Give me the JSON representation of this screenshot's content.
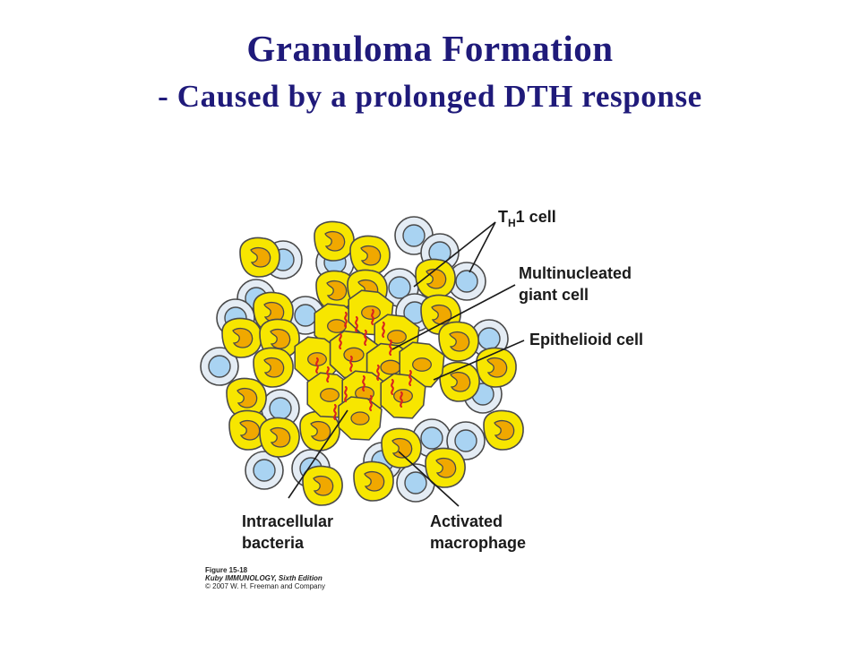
{
  "title": "Granuloma Formation",
  "subtitle": "- Caused by a prolonged DTH response",
  "labels": {
    "th1_prefix": "T",
    "th1_sub": "H",
    "th1_rest": "1 cell",
    "giant_cell_line1": "Multinucleated",
    "giant_cell_line2": "giant cell",
    "epithelioid": "Epithelioid cell",
    "bacteria_line1": "Intracellular",
    "bacteria_line2": "bacteria",
    "macrophage_line1": "Activated",
    "macrophage_line2": "macrophage"
  },
  "caption": {
    "figure": "Figure 15-18",
    "book": "Kuby IMMUNOLOGY, Sixth Edition",
    "copyright": "© 2007 W. H. Freeman and Company"
  },
  "colors": {
    "title": "#1f1a7a",
    "macrophage_fill": "#f7e600",
    "macrophage_nucleus": "#f0a800",
    "tcell_fill": "#e4ecf4",
    "tcell_nucleus": "#a9d3f2",
    "bacteria": "#d9231f",
    "outline": "#4a4a4a"
  }
}
